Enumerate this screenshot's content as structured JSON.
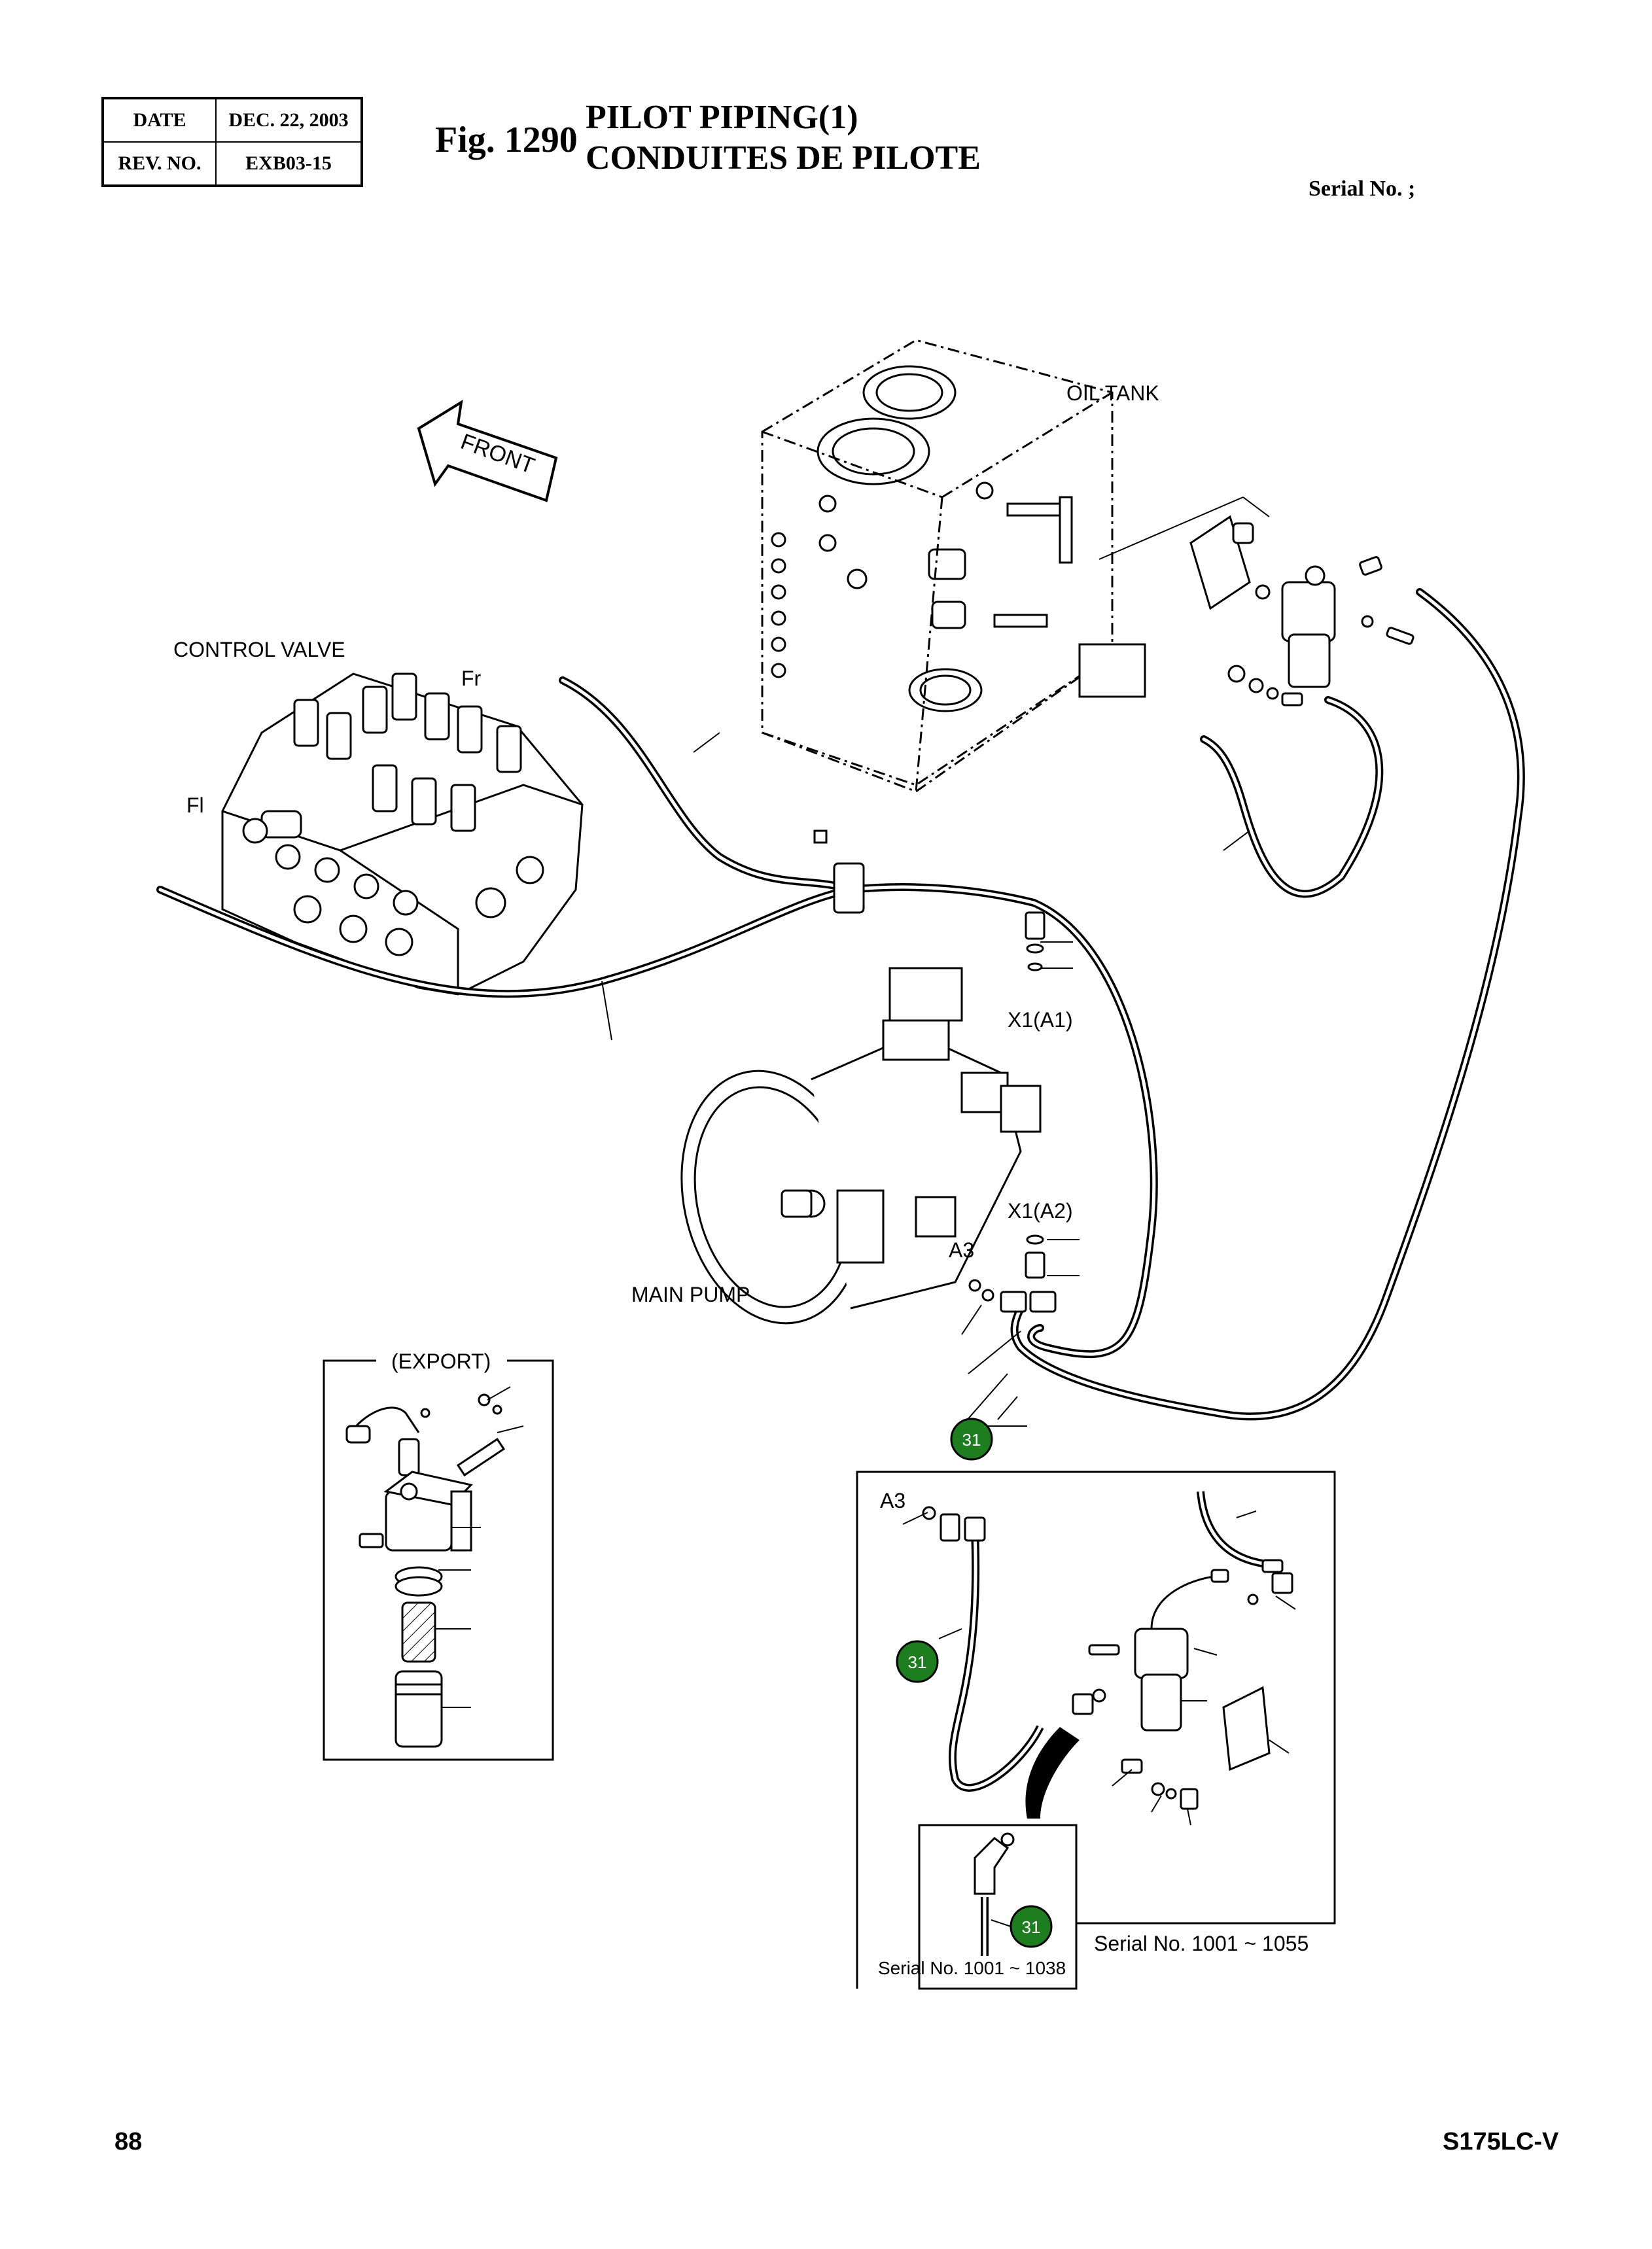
{
  "header": {
    "date_label": "DATE",
    "date_value": "DEC. 22, 2003",
    "rev_label": "REV. NO.",
    "rev_value": "EXB03-15"
  },
  "figure": {
    "number": "Fig. 1290",
    "title_en": "PILOT PIPING(1)",
    "title_fr": "CONDUITES DE PILOTE",
    "serial_label": "Serial No. ;"
  },
  "labels": {
    "oil_tank": "OIL TANK",
    "front": "FRONT",
    "control_valve": "CONTROL VALVE",
    "fr": "Fr",
    "fl": "Fl",
    "x1a1": "X1(A1)",
    "x1a2": "X1(A2)",
    "a3": "A3",
    "main_pump": "MAIN PUMP",
    "export": "(EXPORT)",
    "a3_detail": "A3",
    "serial_1055": "Serial No. 1001 ~ 1055",
    "serial_1038": "Serial No. 1001 ~ 1038"
  },
  "callouts": [
    {
      "number": "31"
    },
    {
      "number": "31"
    },
    {
      "number": "31"
    }
  ],
  "colors": {
    "callout_fill": "#1e7d1e",
    "line": "#000000"
  },
  "footer": {
    "page_number": "88",
    "model": "S175LC-V"
  }
}
